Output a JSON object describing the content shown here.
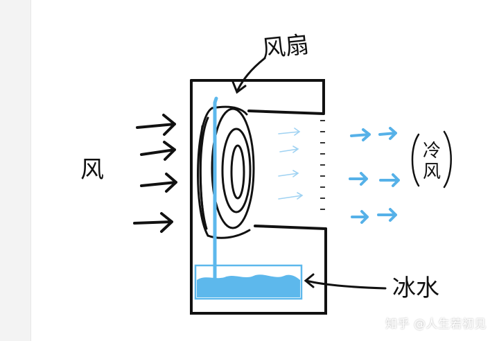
{
  "labels": {
    "fan": "风扇",
    "wind": "风",
    "cold_wind": "冷风",
    "ice_water": "冰水"
  },
  "watermark": "知乎 @人生若初见",
  "colors": {
    "ink": "#111111",
    "water": "#5db8ec",
    "arrow_blue": "#56b1e8"
  }
}
